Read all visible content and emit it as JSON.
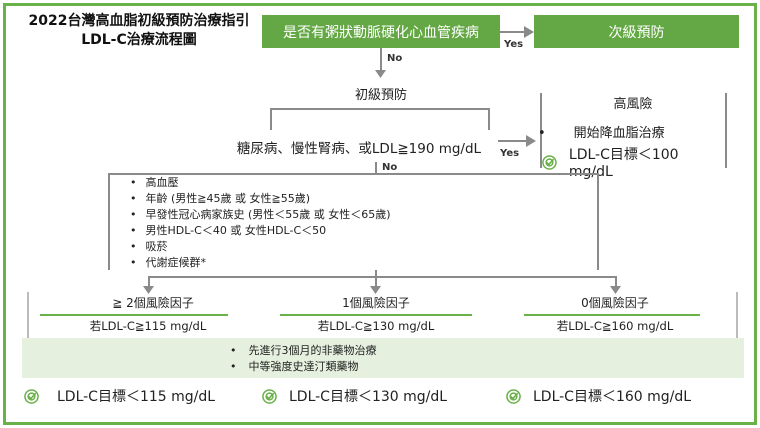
{
  "title": {
    "line1": "2022台灣高血脂初級預防治療指引",
    "line2": "LDL-C治療流程圖"
  },
  "question1": "是否有粥狀動脈硬化心血管疾病",
  "secondary_prevention": "次級預防",
  "yes_label": "Yes",
  "no_label": "No",
  "primary_prevention": "初級預防",
  "question2": "糖尿病、慢性腎病、或LDL≧190 mg/dL",
  "high_risk": {
    "title": "高風險",
    "bullet": "開始降血脂治療",
    "target": "LDL-C目標＜100 mg/dL"
  },
  "risk_factors": [
    "高血壓",
    "年齡 (男性≧45歲 或 女性≧55歲)",
    "早發性冠心病家族史 (男性＜55歲 或 女性＜65歲)",
    "男性HDL-C＜40 或 女性HDL-C＜50",
    "吸菸",
    "代謝症候群*"
  ],
  "columns": [
    {
      "title": "≧ 2個風險因子",
      "ldl": "若LDL-C≧115 mg/dL",
      "target": "LDL-C目標＜115 mg/dL"
    },
    {
      "title": "1個風險因子",
      "ldl": "若LDL-C≧130 mg/dL",
      "target": "LDL-C目標＜130 mg/dL"
    },
    {
      "title": "0個風險因子",
      "ldl": "若LDL-C≧160 mg/dL",
      "target": "LDL-C目標＜160 mg/dL"
    }
  ],
  "treatments": [
    "先進行3個月的非藥物治療",
    "中等強度史達汀類藥物"
  ],
  "colors": {
    "green": "#63a844",
    "frame": "#6ab14a",
    "band": "#e6f0df",
    "line": "#8a8a8a"
  },
  "icons": {
    "target": "target-check-icon"
  }
}
